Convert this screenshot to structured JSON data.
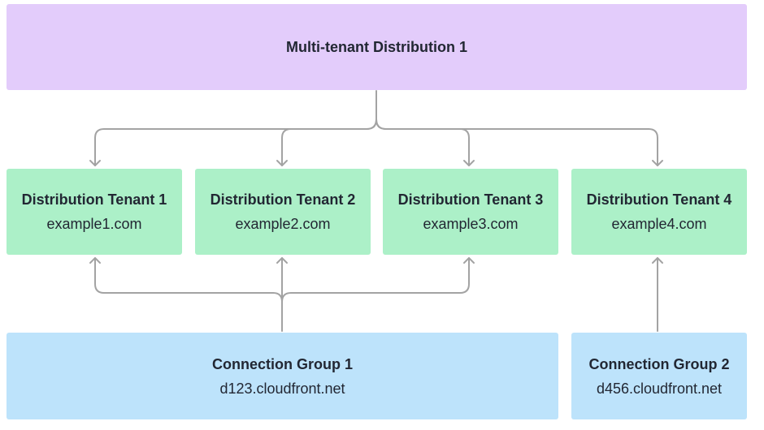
{
  "distribution": {
    "title": "Multi-tenant Distribution 1"
  },
  "tenants": [
    {
      "title": "Distribution Tenant 1",
      "domain": "example1.com"
    },
    {
      "title": "Distribution Tenant 2",
      "domain": "example2.com"
    },
    {
      "title": "Distribution Tenant 3",
      "domain": "example3.com"
    },
    {
      "title": "Distribution Tenant 4",
      "domain": "example4.com"
    }
  ],
  "connection_groups": [
    {
      "title": "Connection Group 1",
      "domain": "d123.cloudfront.net"
    },
    {
      "title": "Connection Group 2",
      "domain": "d456.cloudfront.net"
    }
  ],
  "colors": {
    "distribution_fill": "#e3ccfb",
    "tenant_fill": "#acf0c8",
    "connection_group_fill": "#bde3fb",
    "connector_stroke": "#a3a3a3"
  }
}
